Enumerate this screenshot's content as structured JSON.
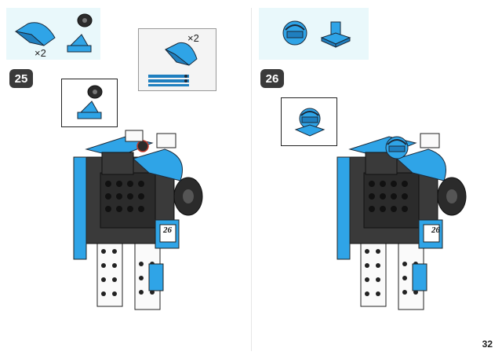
{
  "left_step": {
    "number": "25",
    "parts": [
      {
        "icon": "curved-slope-brick-icon",
        "qty": "×2",
        "color": "#2fa4e7"
      },
      {
        "icon": "steering-wheel-icon",
        "qty": ""
      }
    ],
    "subassembly": {
      "qty": "×2",
      "icon": "curved-slope-stack-icon"
    }
  },
  "right_step": {
    "number": "26",
    "parts": [
      {
        "icon": "helmet-head-icon",
        "qty": ""
      },
      {
        "icon": "round-stud-plate-icon",
        "qty": ""
      }
    ]
  },
  "model": {
    "number_label": "26"
  },
  "page_number": "32",
  "colors": {
    "brick_blue": "#2fa4e7",
    "dark": "#333333",
    "panel": "#e9f8fb"
  }
}
